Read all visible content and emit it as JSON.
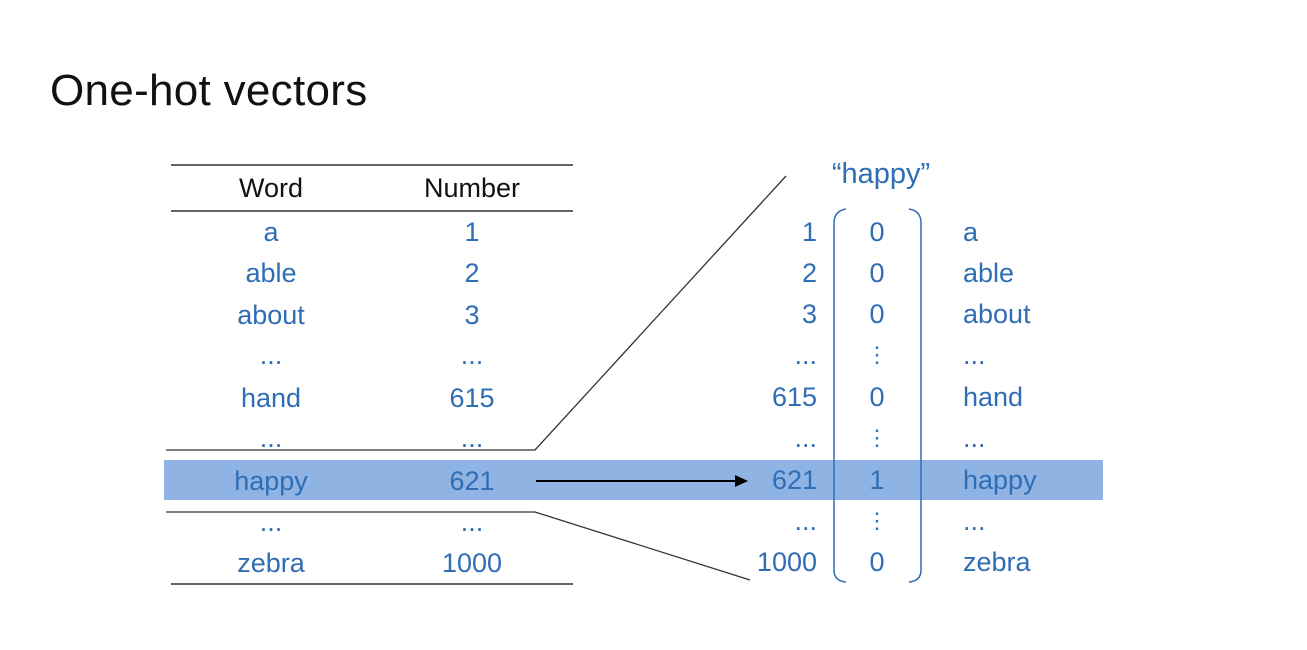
{
  "slide": {
    "title": "One-hot vectors"
  },
  "table": {
    "headers": [
      "Word",
      "Number"
    ],
    "rows": [
      {
        "word": "a",
        "number": "1"
      },
      {
        "word": "able",
        "number": "2"
      },
      {
        "word": "about",
        "number": "3"
      },
      {
        "word": "...",
        "number": "..."
      },
      {
        "word": "hand",
        "number": "615"
      },
      {
        "word": "...",
        "number": "..."
      },
      {
        "word": "happy",
        "number": "621"
      },
      {
        "word": "...",
        "number": "..."
      },
      {
        "word": "zebra",
        "number": "1000"
      }
    ],
    "highlighted_row": 6
  },
  "vector": {
    "label": "“happy”",
    "rows": [
      {
        "index": "1",
        "value": "0",
        "word": "a"
      },
      {
        "index": "2",
        "value": "0",
        "word": "able"
      },
      {
        "index": "3",
        "value": "0",
        "word": "about"
      },
      {
        "index": "...",
        "value": "⋮",
        "word": "..."
      },
      {
        "index": "615",
        "value": "0",
        "word": "hand"
      },
      {
        "index": "...",
        "value": "⋮",
        "word": "..."
      },
      {
        "index": "621",
        "value": "1",
        "word": "happy"
      },
      {
        "index": "...",
        "value": "⋮",
        "word": "..."
      },
      {
        "index": "1000",
        "value": "0",
        "word": "zebra"
      }
    ]
  },
  "colors": {
    "text_blue": "#2f6db5",
    "highlight": "#8fb4e3",
    "rule": "#333333"
  }
}
